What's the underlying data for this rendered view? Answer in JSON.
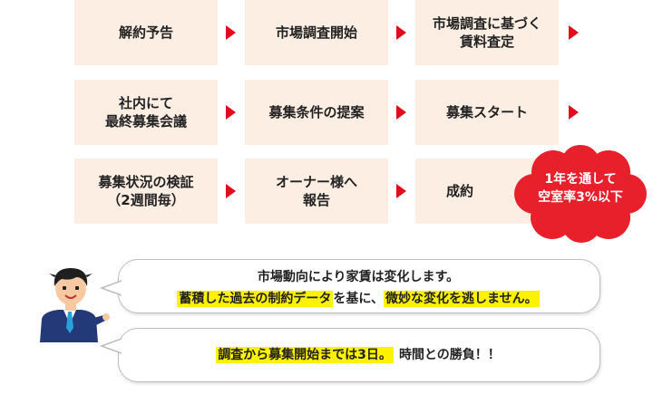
{
  "steps": [
    {
      "label": "解約予告"
    },
    {
      "label": "市場調査開始"
    },
    {
      "label": "市場調査に基づく\n賃料査定"
    },
    {
      "label": "社内にて\n最終募集会議"
    },
    {
      "label": "募集条件の提案"
    },
    {
      "label": "募集スタート"
    },
    {
      "label": "募集状況の検証\n（2週間毎）"
    },
    {
      "label": "オーナー様へ\n報告"
    },
    {
      "label": "成約"
    }
  ],
  "badge": {
    "text": "1年を通して\n空室率3%以下"
  },
  "messages": {
    "line1": "市場動向により家賃は変化します。",
    "line2_hl1": "蓄積した過去の制約データ",
    "line2_mid": "を基に、",
    "line2_hl2": "微妙な変化を逃しません。",
    "line3_hl": "調査から募集開始までは3日。",
    "line3_rest": "時間との勝負！！"
  },
  "colors": {
    "step_bg": "#fdeee4",
    "arrow": "#e10c1c",
    "badge": "#e8202c",
    "highlight": "#fff200"
  }
}
